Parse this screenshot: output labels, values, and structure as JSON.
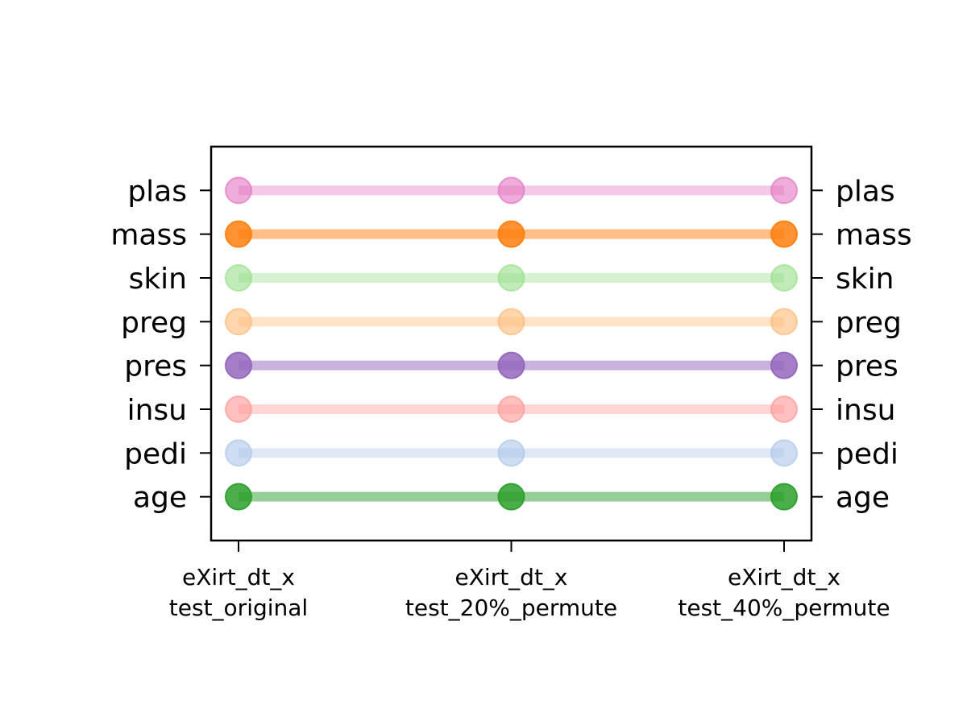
{
  "chart_data": {
    "type": "line",
    "title": "",
    "xlabel": "",
    "ylabel": "",
    "grid": false,
    "legend": "none",
    "categories": [
      {
        "line1": "eXirt_dt_x",
        "line2": "test_original"
      },
      {
        "line1": "eXirt_dt_x",
        "line2": "test_20%_permute"
      },
      {
        "line1": "eXirt_dt_x",
        "line2": "test_40%_permute"
      }
    ],
    "series": [
      {
        "name": "plas",
        "values": [
          8,
          8,
          8
        ],
        "color": "#e377c2",
        "highlight": false
      },
      {
        "name": "mass",
        "values": [
          7,
          7,
          7
        ],
        "color": "#ff7f0e",
        "highlight": true
      },
      {
        "name": "skin",
        "values": [
          6,
          6,
          6
        ],
        "color": "#98df8a",
        "highlight": false
      },
      {
        "name": "preg",
        "values": [
          5,
          5,
          5
        ],
        "color": "#ffbb78",
        "highlight": false
      },
      {
        "name": "pres",
        "values": [
          4,
          4,
          4
        ],
        "color": "#9467bd",
        "highlight": true
      },
      {
        "name": "insu",
        "values": [
          3,
          3,
          3
        ],
        "color": "#ff9896",
        "highlight": false
      },
      {
        "name": "pedi",
        "values": [
          2,
          2,
          2
        ],
        "color": "#aec7e8",
        "highlight": false
      },
      {
        "name": "age",
        "values": [
          1,
          1,
          1
        ],
        "color": "#2ca02c",
        "highlight": true
      }
    ],
    "ylim": [
      0,
      9
    ]
  }
}
